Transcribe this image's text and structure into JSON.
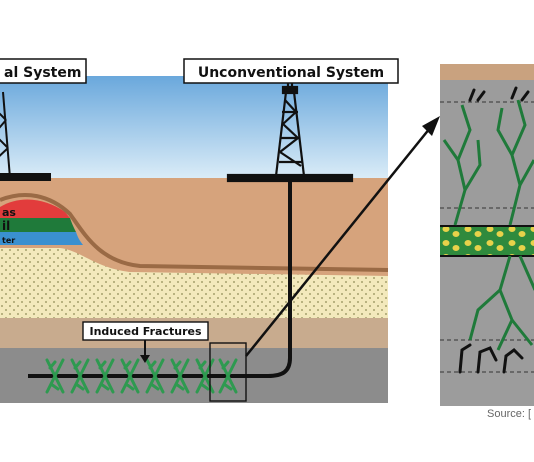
{
  "labels": {
    "conventional_system": "al System",
    "unconventional_system": "Unconventional System",
    "gas": "as",
    "oil": "il",
    "water": "ter",
    "induced_fractures": "Induced Fractures",
    "source": "Source: ["
  },
  "colors": {
    "sky": "#7fb7e3",
    "sky_light": "#d8ecf8",
    "soil": "#d4a27c",
    "sand": "#f2e8b8",
    "shale": "#c6ab8e",
    "basement": "#8b8b8b",
    "gas": "#e23a3a",
    "oil": "#1f7a3a",
    "water": "#3a8fd0",
    "fracture_green": "#2e9a50",
    "inset_bg": "#9a9a9a",
    "inset_band": "#2e8b3c",
    "grain": "#e8d24a"
  }
}
